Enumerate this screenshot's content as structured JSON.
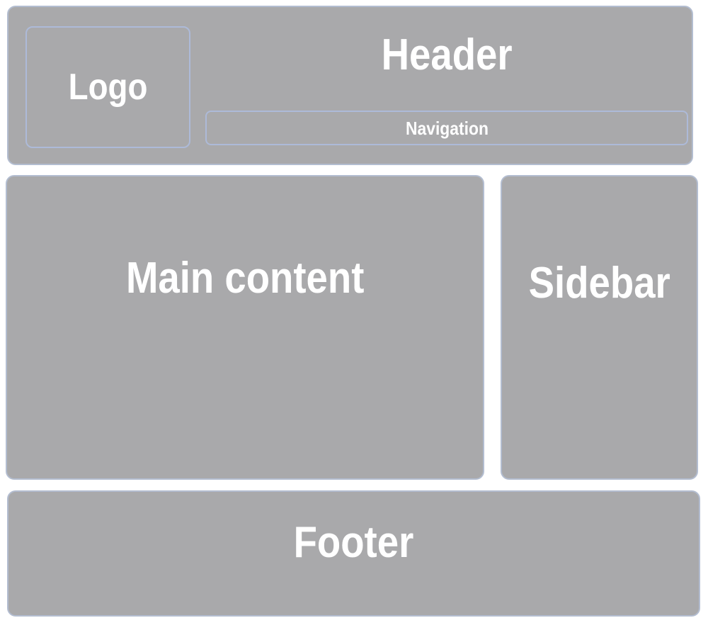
{
  "header": {
    "title": "Header",
    "logo_label": "Logo",
    "navigation_label": "Navigation"
  },
  "main": {
    "label": "Main content"
  },
  "sidebar": {
    "label": "Sidebar"
  },
  "footer": {
    "label": "Footer"
  },
  "colors": {
    "box_fill": "#a9a9ab",
    "outer_border": "#b3bdd0",
    "inner_border": "#adbad8",
    "label_text": "#ffffff",
    "page_background": "#ffffff"
  }
}
